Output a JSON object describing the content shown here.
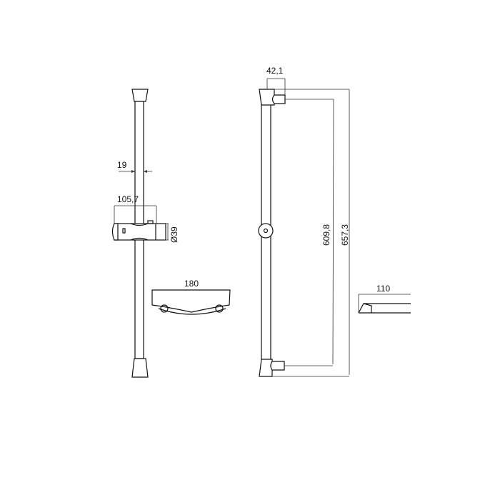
{
  "dimensions": {
    "rod_diameter": "19",
    "slider_width": "105,7",
    "slider_diameter": "Ø39",
    "soap_dish_width": "180",
    "bracket_width": "42,1",
    "inner_height": "609,8",
    "overall_height": "657,3",
    "side_depth": "110"
  }
}
